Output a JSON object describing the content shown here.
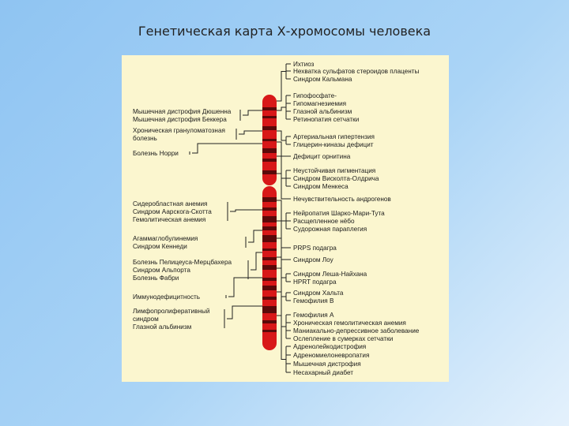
{
  "title": "Генетическая карта Х-хромосомы человека",
  "colors": {
    "background_gradient": [
      "#8fc4f2",
      "#e4f1fc"
    ],
    "panel": "#fbf6cf",
    "chromosome_band_red": "#d81818",
    "chromosome_band_dark": "#5a0a0a",
    "leader_lines": "#222222"
  },
  "right_labels": [
    "Ихтиоз",
    "Нехватка сульфатов стероидов плаценты",
    "Синдром Кальмана",
    "Гипофосфате-",
    "Гипомагнезиемия",
    "Глазной альбинизм",
    "Ретинопатия сетчатки",
    "Артериальная гипертензия",
    "Глицерин-киназы дефицит",
    "Дефицит орнитина",
    "Неустойчивая пигментация",
    "Синдром Висколта-Олдрича",
    "Синдром Менкеса",
    "Нечувствительность андрогенов",
    "Нейропатия Шарко-Мари-Тута",
    "Расщепленное нёбо",
    "Судорожная параплегия",
    "PRPS подагра",
    "Синдром Лоу",
    "Синдром Леша-Найхана",
    "HPRT подагра",
    "Синдром Хальта",
    "Гемофилия В",
    "Гемофилия А",
    "Хроническая гемолитическая анемия",
    "Маниакально-депрессивное заболевание",
    "Ослепление в сумерках сетчатки",
    "Адренолейкодистрофия",
    "Адреномиелоневропатия",
    "Мышечная дистрофия",
    "Несахарный диабет"
  ],
  "left_labels": [
    "Мышечная дистрофия Дюшенна",
    "Мышечная дистрофия Беккера",
    "Хроническая грануломатозная",
    "болезнь",
    "Болезнь Норри",
    "Сидеробластная анемия",
    "Синдром Аарскога-Скотта",
    "Гемолитическая анемия",
    "Агаммаглобулинемия",
    "Синдром Кеннеди",
    "Болезнь Пелицеуса-Мерцбахера",
    "Синдром Альпорта",
    "Болезнь Фабри",
    "Иммунодефицитность",
    "Лимфопролиферативный",
    "синдром",
    "Глазной альбинизм"
  ]
}
